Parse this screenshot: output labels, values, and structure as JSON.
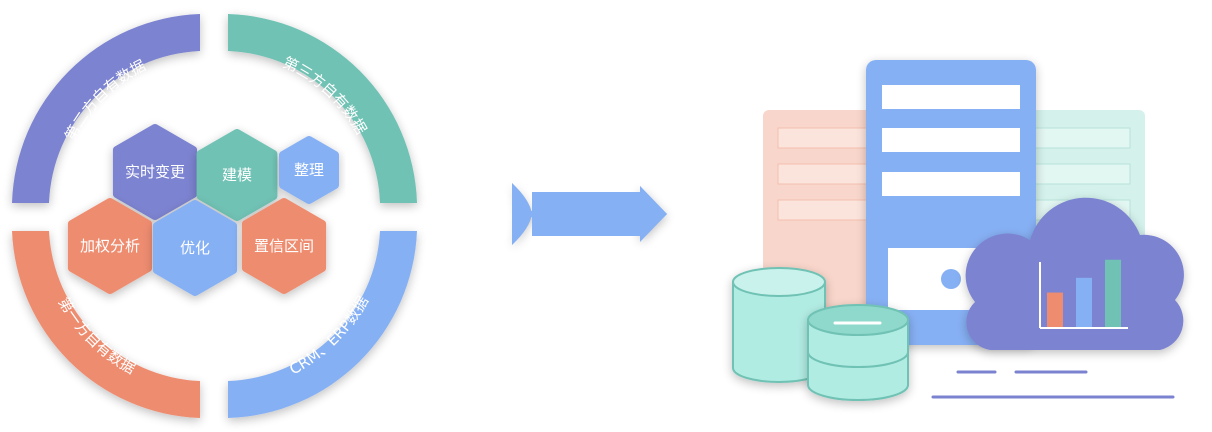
{
  "ring_segments": [
    {
      "id": "second",
      "label": "第二方自有数据",
      "color": "#7b83d0"
    },
    {
      "id": "third",
      "label": "第三方自有数据",
      "color": "#6fc2b4"
    },
    {
      "id": "crm",
      "label": "CRM、ERP数据",
      "color": "#86b0f4"
    },
    {
      "id": "first",
      "label": "第一方自有数据",
      "color": "#ee8c70"
    }
  ],
  "hexagons": [
    {
      "id": "realtime",
      "label": "实时变更",
      "color": "#7b83d0"
    },
    {
      "id": "modeling",
      "label": "建模",
      "color": "#6fc2b4"
    },
    {
      "id": "organize",
      "label": "整理",
      "color": "#86b0f4"
    },
    {
      "id": "weighted",
      "label": "加权分析",
      "color": "#ee8c70"
    },
    {
      "id": "optimize",
      "label": "优化",
      "color": "#86b0f4"
    },
    {
      "id": "confidence",
      "label": "置信区间",
      "color": "#ee8c70"
    }
  ],
  "colors": {
    "arrow": "#86b0f4",
    "server": "#86b0f4",
    "panel_left": "#f8cfc2",
    "panel_right": "#cdeee8",
    "database": "#b1ece3",
    "database_stroke": "#6fc2b4",
    "cloud": "#7b83d0",
    "bar_red": "#ee8c70",
    "bar_blue": "#86b0f4",
    "bar_green": "#6fc2b4"
  },
  "cloud_chart": {
    "values": [
      0.42,
      0.6,
      0.82
    ]
  }
}
